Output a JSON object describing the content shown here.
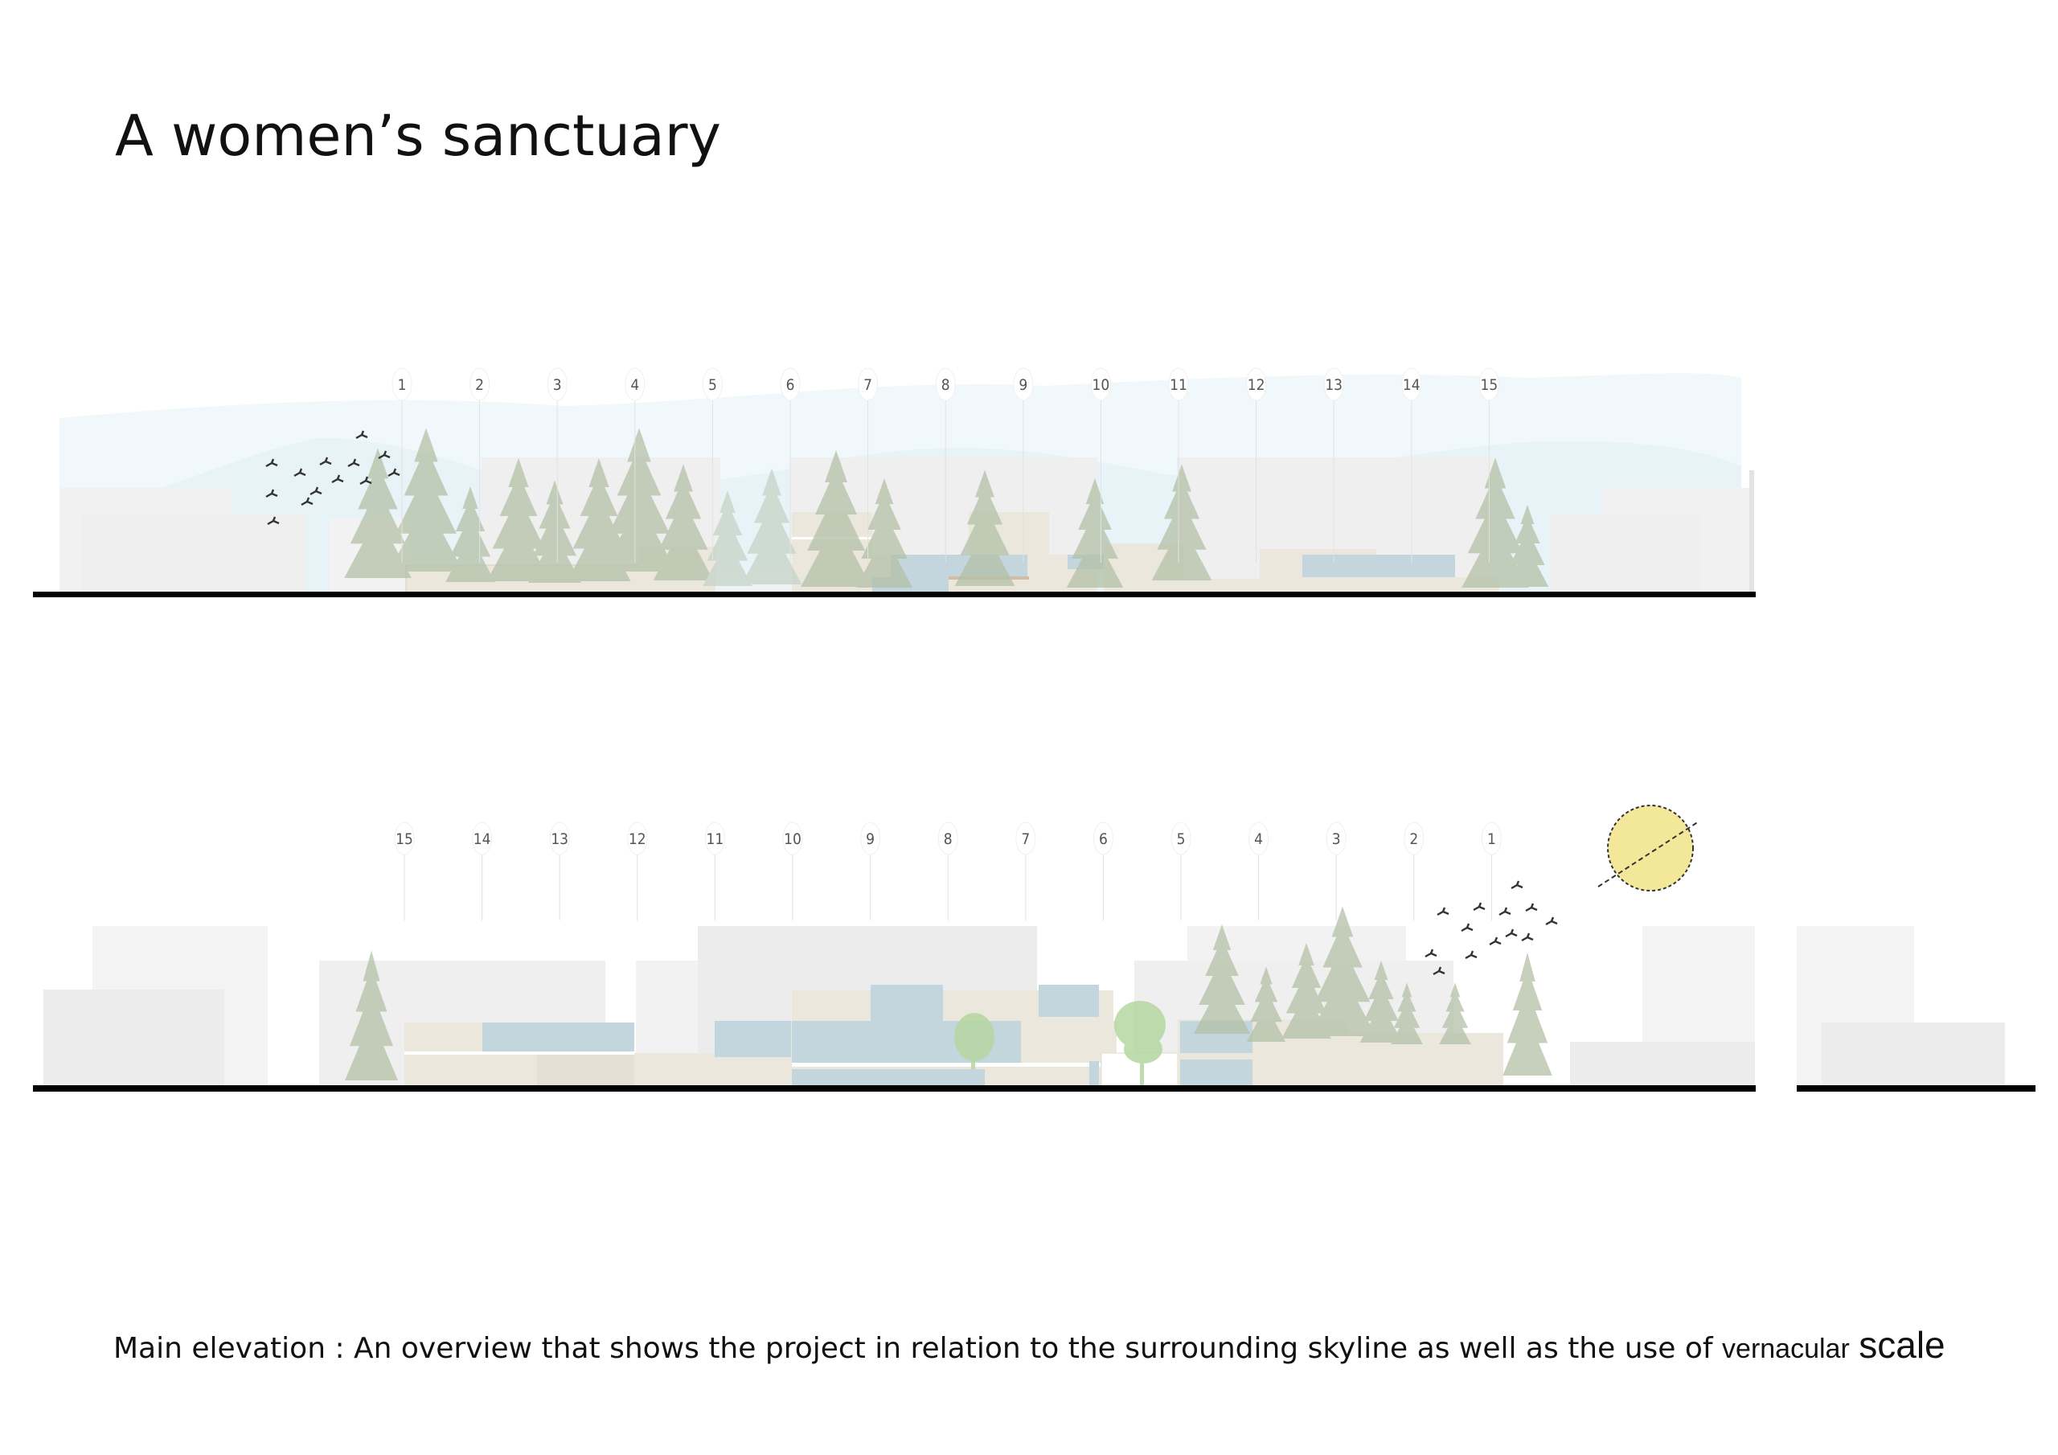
{
  "title": "A women’s sanctuary",
  "elevation_top": {
    "labels": [
      "1",
      "2",
      "3",
      "4",
      "5",
      "6",
      "7",
      "8",
      "9",
      "10",
      "11",
      "12",
      "13",
      "14",
      "15"
    ]
  },
  "elevation_bottom": {
    "labels": [
      "15",
      "14",
      "13",
      "12",
      "11",
      "10",
      "9",
      "8",
      "7",
      "6",
      "5",
      "4",
      "3",
      "2",
      "1"
    ]
  },
  "caption": {
    "main": "Main elevation : An overview that shows the project in relation to the surrounding skyline as well as the use of ",
    "word1": "vernacular",
    "word2": "scale"
  },
  "colors": {
    "context_building": "#ebeceb",
    "sky": "#eaf5fa",
    "facade": "#ece7dd",
    "glass": "#c4d6dd",
    "tree": "#b3c0a6",
    "sun": "#f3e79a",
    "ground": "#000000"
  }
}
